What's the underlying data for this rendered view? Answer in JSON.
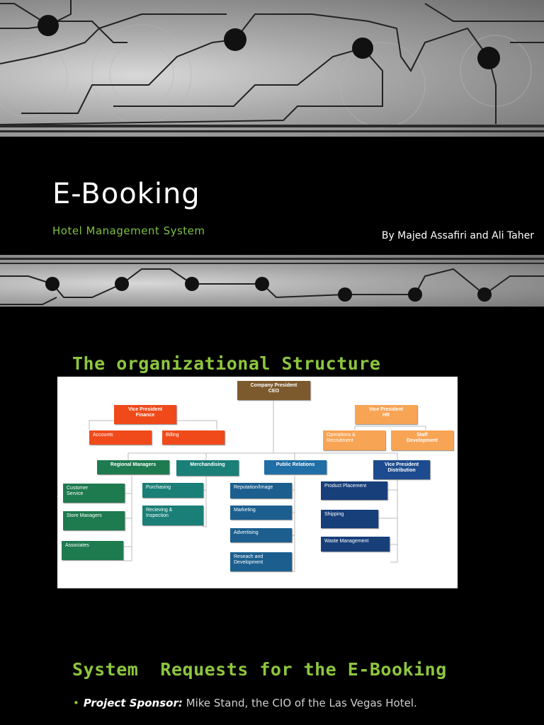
{
  "slide1": {
    "title": "E-Booking",
    "subtitle": "Hotel Management System",
    "authors": "By Majed Assafiri and Ali Taher"
  },
  "slide2": {
    "heading": "The organizational Structure",
    "org_chart": {
      "top": "Company President\nCEO",
      "vp_finance": "Vice President\nFinance",
      "accounts": "Accounts",
      "billing": "Billing",
      "vp_hr": "Vice President\nHR",
      "operations_recruitment": "Operations &\nRecruitment",
      "staff_development": "Staff\nDevelopment",
      "regional_managers": "Regional Managers",
      "customer_service": "Customer\nService",
      "store_managers": "Store Managers",
      "associates": "Associates",
      "merchandising": "Merchandising",
      "purchasing": "Purchasing",
      "receiving_inspection": "Recieving &\nInspection",
      "public_relations": "Public Relations",
      "reputation_image": "Reputation/Image",
      "marketing": "Marketing",
      "advertising": "Advertising",
      "research_development": "Reseach and\nDevelopment",
      "vp_distribution": "Vice President\nDistribution",
      "product_placement": "Product Placement",
      "shipping": "Shipping",
      "waste_management": "Waste Management"
    }
  },
  "slide3": {
    "heading": "System  Requests for the E-Booking",
    "bullet_label": "Project Sponsor:",
    "bullet_text": " Mike Stand, the CIO of the Las Vegas Hotel."
  },
  "colors": {
    "accent_green": "#8dc63f",
    "finance_red": "#f04a1a",
    "hr_orange": "#f7a455",
    "retail_green": "#1e7a4f",
    "merch_teal": "#1a7f77",
    "pr_blue": "#1f6ea6",
    "dist_navy": "#1d4b8f",
    "ceo_brown": "#7d5a2e"
  }
}
